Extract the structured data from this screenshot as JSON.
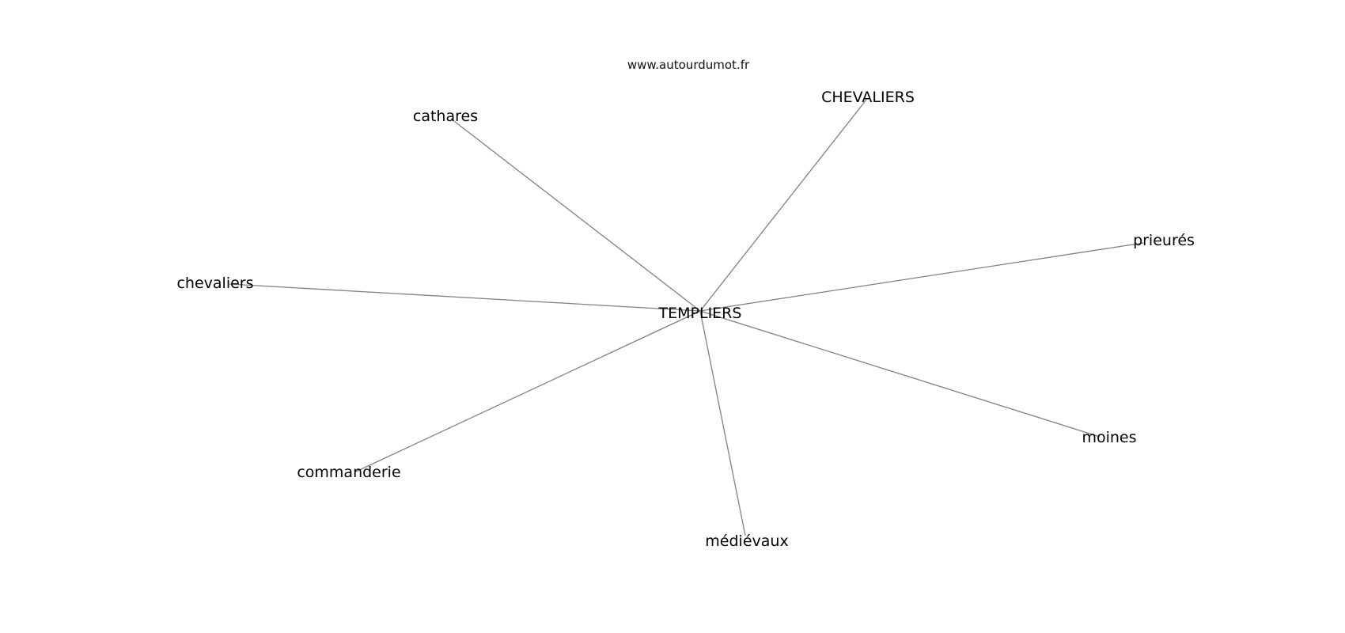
{
  "site": {
    "watermark": "www.autourdumot.fr"
  },
  "graph": {
    "center": {
      "id": "templiers",
      "label": "TEMPLIERS"
    },
    "nodes": [
      {
        "id": "chevaliers-upper",
        "label": "CHEVALIERS"
      },
      {
        "id": "cathares",
        "label": "cathares"
      },
      {
        "id": "prieures",
        "label": "prieurés"
      },
      {
        "id": "chevaliers",
        "label": "chevaliers"
      },
      {
        "id": "moines",
        "label": "moines"
      },
      {
        "id": "commanderie",
        "label": "commanderie"
      },
      {
        "id": "medievaux",
        "label": "médiévaux"
      }
    ],
    "edge_color": "#808080"
  }
}
